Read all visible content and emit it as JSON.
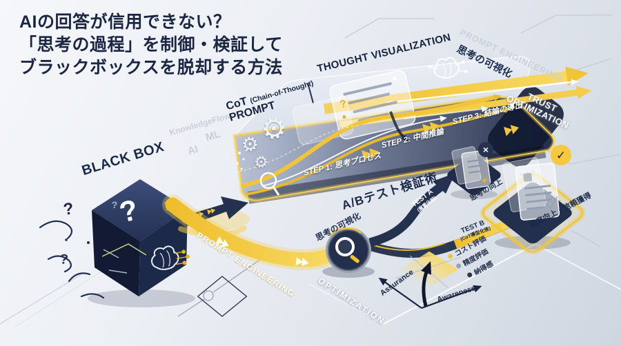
{
  "title": {
    "lines": [
      "AIの回答が信用できない？",
      "「思考の過程」を制御・検証して",
      "ブラックボックスを脱却する方法"
    ]
  },
  "black_box": {
    "label": "BLACK BOX",
    "qmarks": [
      "?",
      "?",
      "?",
      "?",
      "?",
      "?"
    ]
  },
  "ambient": {
    "knowledge_flow": "KnowledgeFlow",
    "ai": "AI",
    "ml": "ML"
  },
  "cot": {
    "name": "CoT",
    "paren": "(Chain-of-Thought)",
    "prompt": "PROMPT",
    "box_title": "THOUGHT VISUALIZATION",
    "steps": [
      "STEP 1: 思考プロセス",
      "STEP 2: 中間推論",
      "STEP 3: 結論の導出"
    ]
  },
  "top_right": {
    "prompt_engineering": "PROMPT ENGINEERING",
    "thought_visibility": "思考の可視化",
    "trust": [
      "TRUST",
      "OPTIMIZATION"
    ]
  },
  "flow": {
    "prompt_engineering": "PROMPT ENGINEERING",
    "optimization": "OPTIMIZATION",
    "magnifier_label": "思考の可視化"
  },
  "ab_test": {
    "heading": "A/Bテスト検証術",
    "test_a": {
      "name": "TEST A",
      "sub": "(業重化前)"
    },
    "test_b": {
      "name": "TEST B",
      "sub": "(CoT導型化後)"
    },
    "fail_label": "思考の向上",
    "pass_label": "精度向上・信頼獲得"
  },
  "chart": {
    "axis_left": "Assurance",
    "axis_right": "Awareness",
    "legend": [
      {
        "label": "コスト評価"
      },
      {
        "label": "精度評価"
      },
      {
        "label": "納得感"
      }
    ]
  },
  "icons": {
    "gear": "⚙",
    "check": "✓",
    "cross": "×"
  },
  "colors": {
    "navy": "#1d2b4d",
    "gold": "#f2c63c",
    "light_text": "#c9cfd9"
  }
}
